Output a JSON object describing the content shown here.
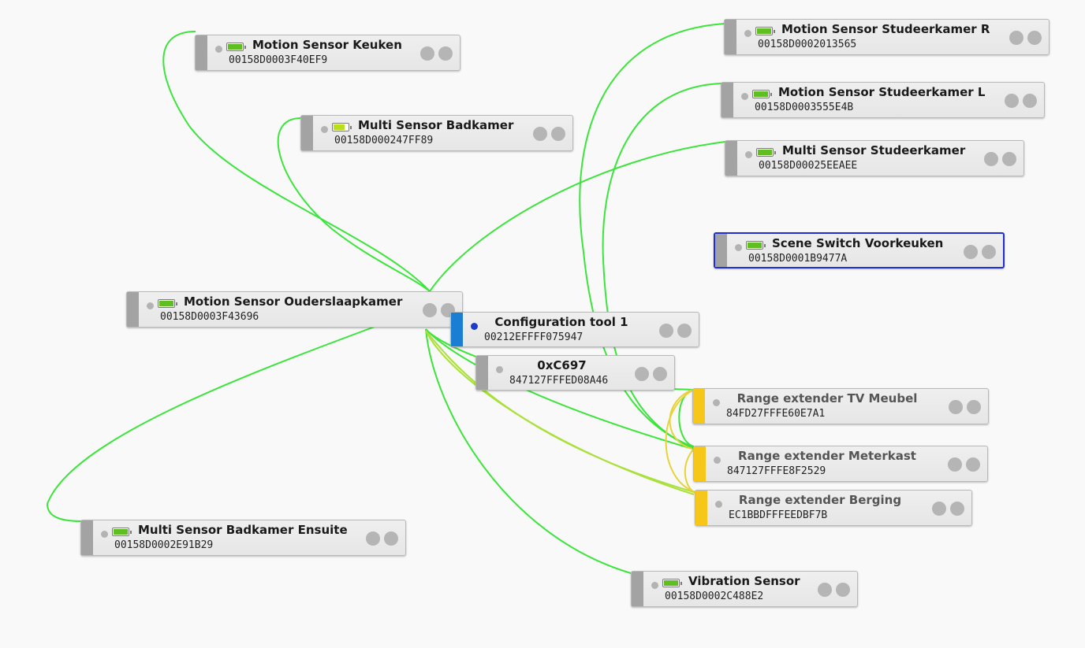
{
  "colors": {
    "link_good": "#3ce43c",
    "link_mid": "#a9e03a",
    "link_weak": "#e8d23a",
    "router_bar": "#f6c619",
    "coordinator_bar": "#1a7fd2",
    "end_device_bar": "#a3a3a3",
    "selected_border": "#1f2fd0"
  },
  "nodes": [
    {
      "id": "keuken",
      "name": "Motion Sensor Keuken",
      "address": "00158D0003F40EF9",
      "kind": "end-device",
      "battery": "full"
    },
    {
      "id": "badkamer",
      "name": "Multi Sensor Badkamer",
      "address": "00158D000247FF89",
      "kind": "end-device",
      "battery": "mid"
    },
    {
      "id": "studR",
      "name": "Motion Sensor Studeerkamer R",
      "address": "00158D0002013565",
      "kind": "end-device",
      "battery": "full"
    },
    {
      "id": "studL",
      "name": "Motion Sensor Studeerkamer L",
      "address": "00158D0003555E4B",
      "kind": "end-device",
      "battery": "full"
    },
    {
      "id": "multiStud",
      "name": "Multi Sensor Studeerkamer",
      "address": "00158D00025EEAEE",
      "kind": "end-device",
      "battery": "full"
    },
    {
      "id": "scene",
      "name": "Scene Switch Voorkeuken",
      "address": "00158D0001B9477A",
      "kind": "end-device",
      "battery": "full",
      "selected": true
    },
    {
      "id": "ouder",
      "name": "Motion Sensor Ouderslaapkamer",
      "address": "00158D0003F43696",
      "kind": "end-device",
      "battery": "full"
    },
    {
      "id": "config",
      "name": "Configuration tool 1",
      "address": "00212EFFFF075947",
      "kind": "coordinator"
    },
    {
      "id": "c697",
      "name": "0xC697",
      "address": "847127FFFED08A46",
      "kind": "plain"
    },
    {
      "id": "tv",
      "name": "Range extender TV Meubel",
      "address": "84FD27FFFE60E7A1",
      "kind": "router"
    },
    {
      "id": "meter",
      "name": "Range extender Meterkast",
      "address": "847127FFFE8F2529",
      "kind": "router"
    },
    {
      "id": "berging",
      "name": "Range extender Berging",
      "address": "EC1BBDFFFEEDBF7B",
      "kind": "router"
    },
    {
      "id": "ensuite",
      "name": "Multi Sensor Badkamer Ensuite",
      "address": "00158D0002E91B29",
      "kind": "end-device",
      "battery": "full"
    },
    {
      "id": "vibration",
      "name": "Vibration Sensor",
      "address": "00158D0002C488E2",
      "kind": "end-device",
      "battery": "full"
    }
  ]
}
